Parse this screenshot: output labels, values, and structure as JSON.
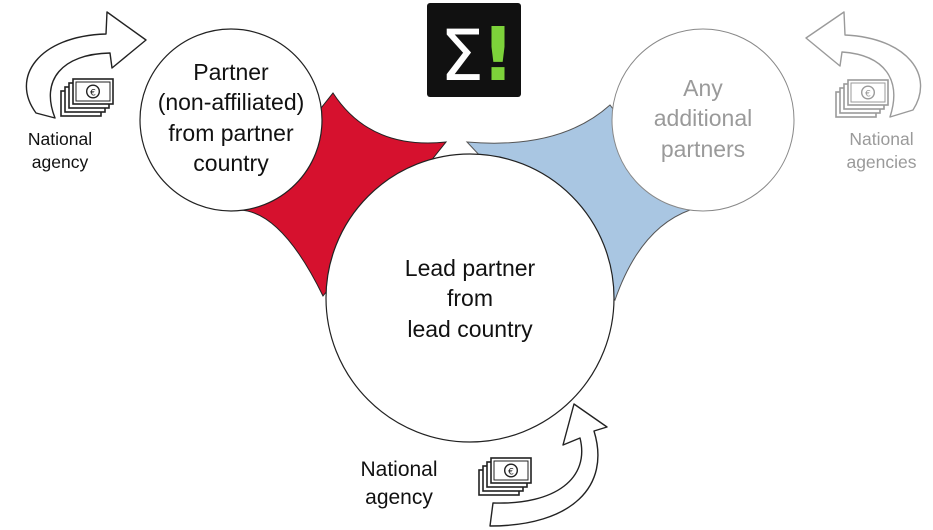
{
  "logo": {
    "symbol": "Σ",
    "mark": "!",
    "background": "#111111",
    "accent": "#7dd23a",
    "icon": "sigma-exclamation-logo"
  },
  "nodes": {
    "partner": {
      "line1": "Partner",
      "line2": "(non-affiliated)",
      "line3": "from partner",
      "line4": "country"
    },
    "lead": {
      "line1": "Lead partner",
      "line2": "from",
      "line3": "lead country"
    },
    "additional": {
      "line1": "Any",
      "line2": "additional",
      "line3": "partners"
    }
  },
  "agencies": {
    "left": {
      "line1": "National",
      "line2": "agency"
    },
    "right": {
      "line1": "National",
      "line2": "agencies"
    },
    "bottom": {
      "line1": "National",
      "line2": "agency"
    }
  },
  "money_icon": {
    "symbol": "€",
    "icon": "euro-banknotes-icon"
  },
  "colors": {
    "red_connector": "#d6112e",
    "blue_connector": "#a9c6e2",
    "grey": "#9a9a9a",
    "outline": "#222222"
  }
}
